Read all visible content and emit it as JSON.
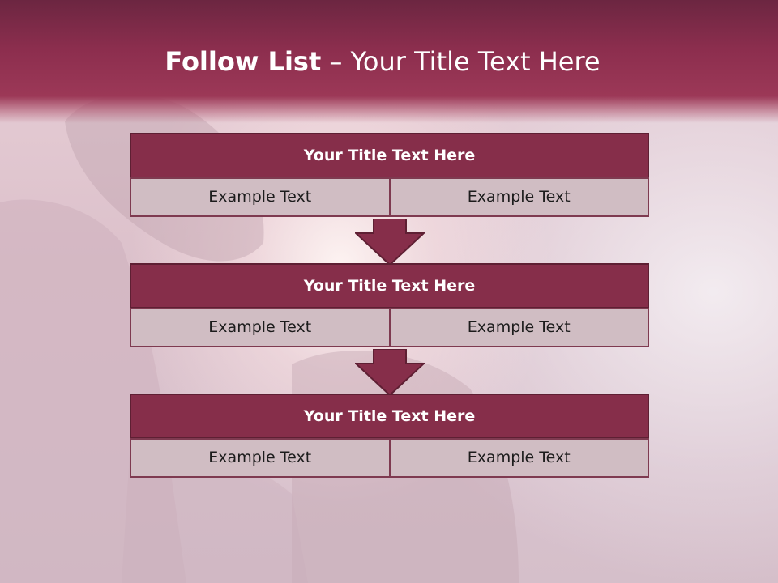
{
  "slide": {
    "title_bold": "Follow List",
    "title_rest": "– Your Title Text Here"
  },
  "blocks": [
    {
      "title": "Your Title Text Here",
      "cells": [
        "Example Text",
        "Example Text"
      ]
    },
    {
      "title": "Your Title Text Here",
      "cells": [
        "Example Text",
        "Example Text"
      ]
    },
    {
      "title": "Your Title Text Here",
      "cells": [
        "Example Text",
        "Example Text"
      ]
    }
  ],
  "colors": {
    "header": "#8c2e4e",
    "block_title": "#862e4a",
    "block_cell": "#d0bdc3",
    "arrow": "#862e4a"
  }
}
